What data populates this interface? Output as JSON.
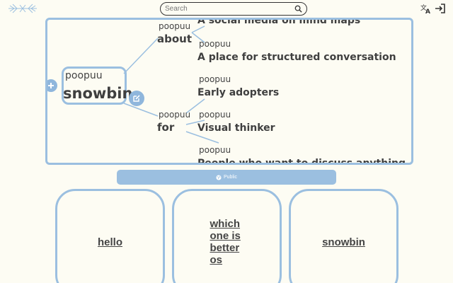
{
  "header": {
    "search_placeholder": "Search",
    "icons": [
      "logo-icon",
      "search-icon",
      "translate-icon",
      "login-icon"
    ]
  },
  "mindmap": {
    "root": {
      "author": "poopuu",
      "label": "snowbin"
    },
    "branches": [
      {
        "author": "poopuu",
        "label": "about",
        "children": [
          {
            "author": "",
            "label": "A social media on mind maps"
          },
          {
            "author": "poopuu",
            "label": "A place for structured conversation"
          }
        ]
      },
      {
        "author": "poopuu",
        "label": "for",
        "children": [
          {
            "author": "poopuu",
            "label": "Early adopters"
          },
          {
            "author": "poopuu",
            "label": "Visual thinker"
          },
          {
            "author": "poopuu",
            "label": "People who want to discuss anything"
          }
        ]
      }
    ]
  },
  "visibility": {
    "label": "Public"
  },
  "cards": [
    {
      "label": "hello"
    },
    {
      "label": "which one is better os"
    },
    {
      "label": "snowbin"
    }
  ],
  "colors": {
    "accent": "#9bbfe0",
    "background": "#fdfcf3",
    "text": "#3f3f3f"
  }
}
